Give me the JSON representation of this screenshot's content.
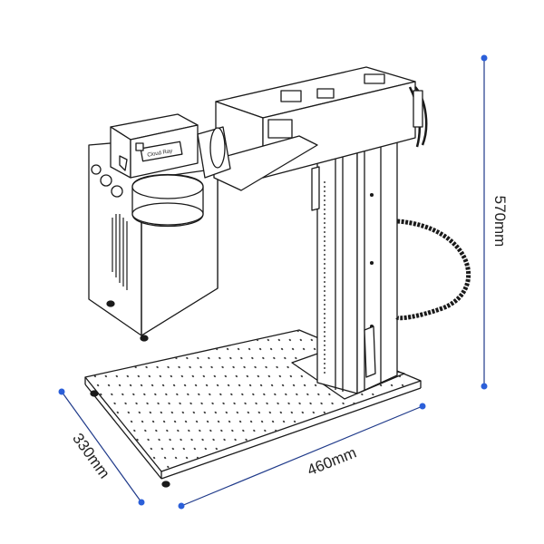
{
  "dimensions": {
    "height": "570mm",
    "width": "460mm",
    "depth": "330mm"
  },
  "product": {
    "logo_text": "Cloud Ray"
  },
  "colors": {
    "line": "#1a1a1a",
    "dimension_line": "#1f3a8a",
    "dimension_dot": "#2b5fd9",
    "background": "#ffffff"
  }
}
